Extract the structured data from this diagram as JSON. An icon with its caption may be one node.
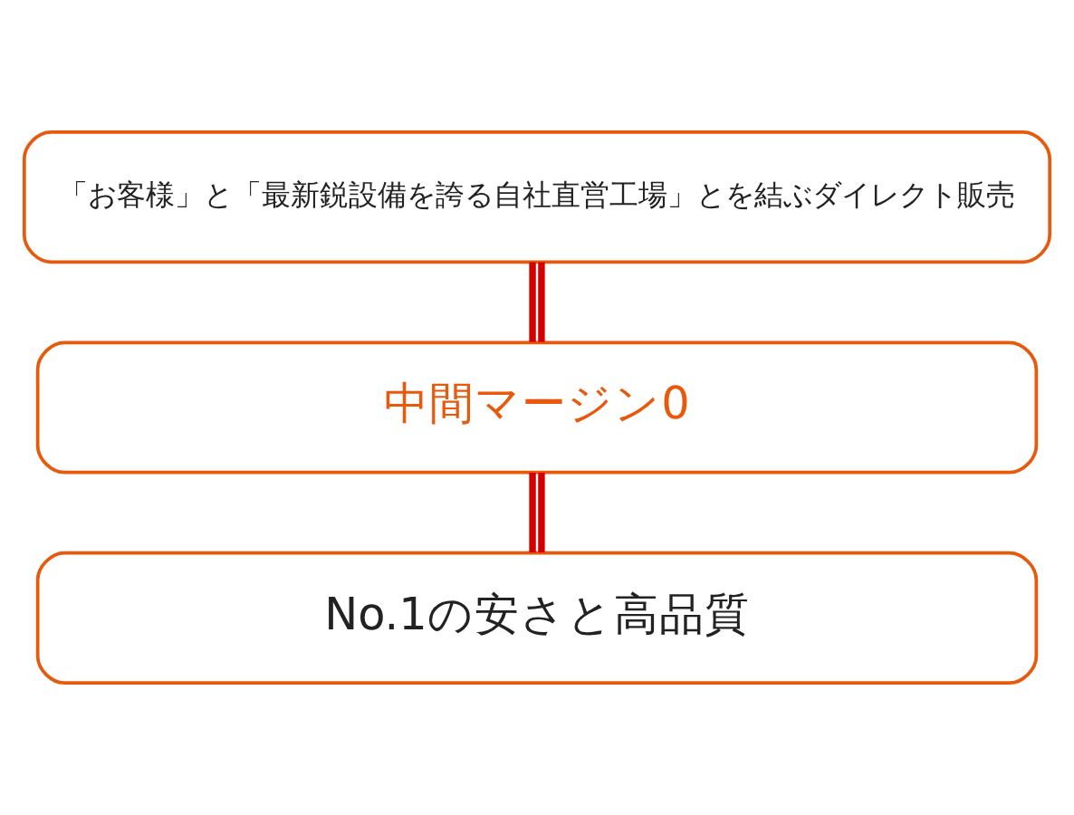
{
  "diagram": {
    "nodes": [
      {
        "text": [
          "「お客様」と「最新鋭設備を誇る自社直営工場」とを結ぶダイレクト販売"
        ]
      },
      {
        "text": [
          "中間マージン0"
        ]
      },
      {
        "text": [
          "No.1の安さと高品質"
        ]
      }
    ],
    "edges": [
      {
        "from": 0,
        "to": 1,
        "arrow": "none"
      },
      {
        "from": 1,
        "to": 2,
        "arrow": "none"
      }
    ]
  }
}
